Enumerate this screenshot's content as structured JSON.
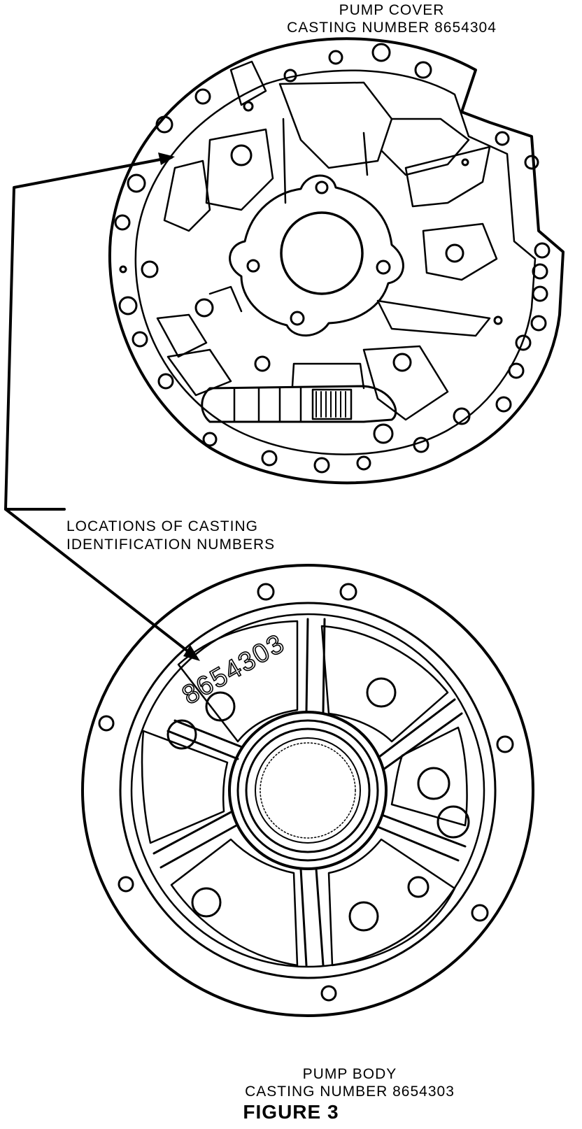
{
  "pump_cover": {
    "title_line1": "PUMP COVER",
    "title_line2": "CASTING NUMBER 8654304"
  },
  "callout": {
    "line1": "LOCATIONS OF CASTING",
    "line2": "IDENTIFICATION NUMBERS"
  },
  "pump_body": {
    "casting_mark": "8654303",
    "title_line1": "PUMP BODY",
    "title_line2": "CASTING NUMBER 8654303"
  },
  "caption": "FIGURE 3"
}
